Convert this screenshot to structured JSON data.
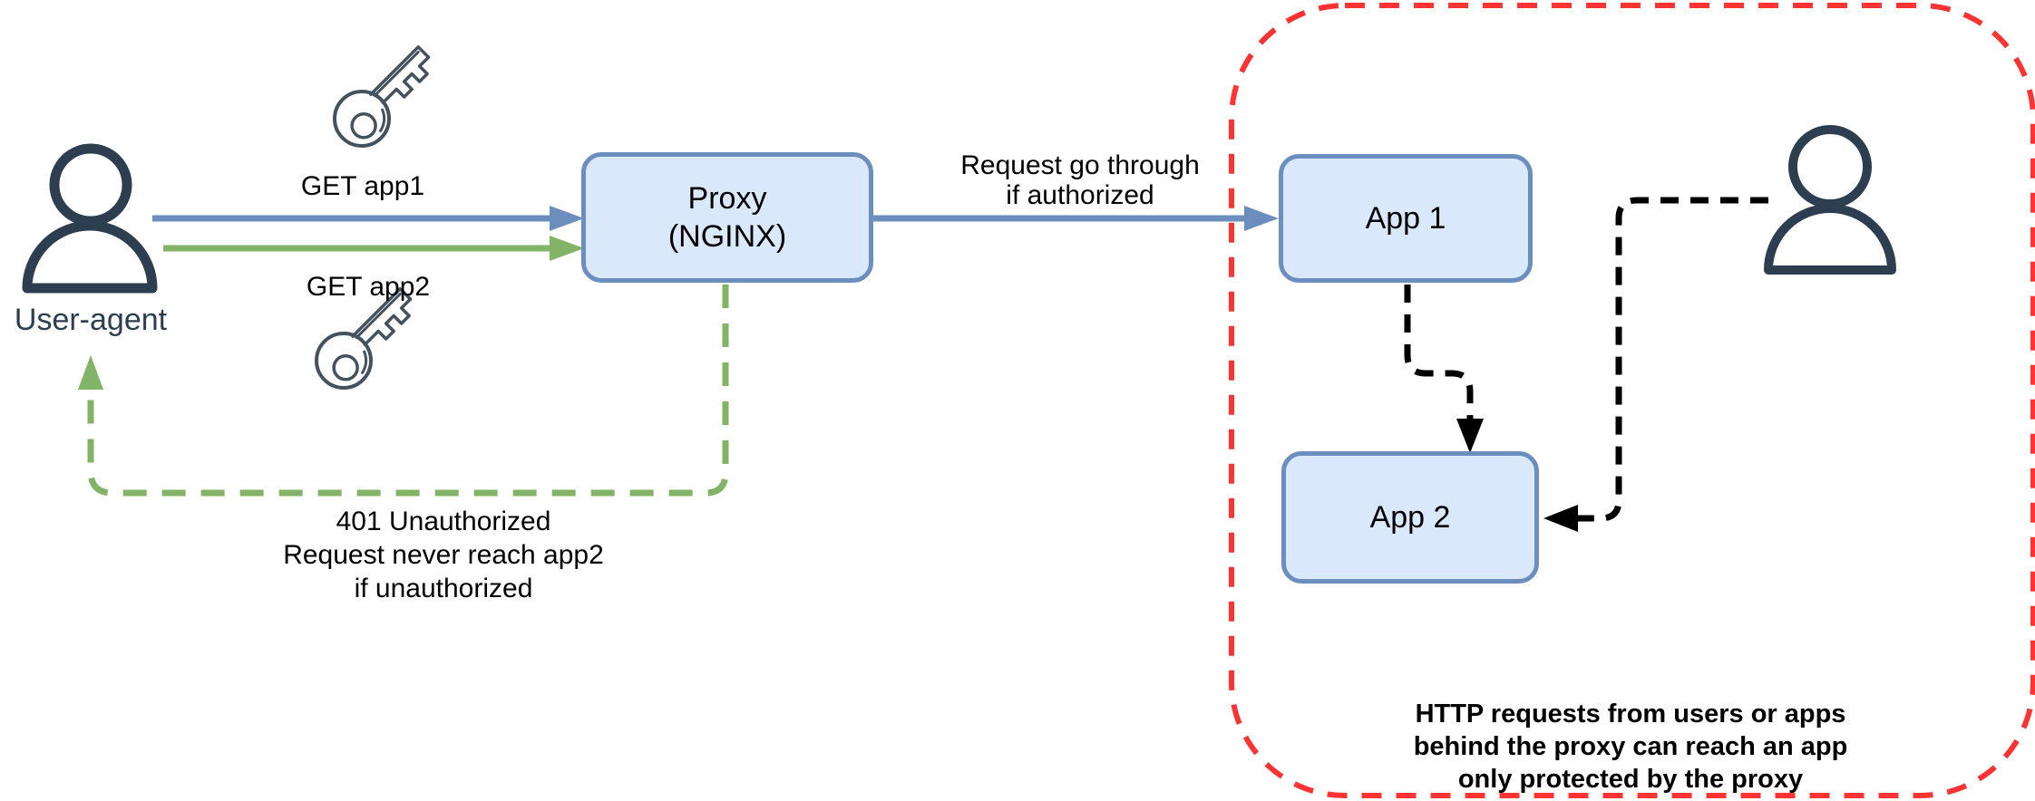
{
  "diagram": {
    "nodes": {
      "user_agent": {
        "label": "User-agent"
      },
      "proxy": {
        "line1": "Proxy",
        "line2": "(NGINX)"
      },
      "app1": {
        "label": "App 1"
      },
      "app2": {
        "label": "App 2"
      }
    },
    "edges": {
      "get_app1": {
        "label": "GET app1"
      },
      "get_app2": {
        "label": "GET app2"
      },
      "authorized": {
        "line1": "Request go through",
        "line2": "if authorized"
      },
      "unauthorized": {
        "line1": "401 Unauthorized",
        "line2": "Request never reach app2",
        "line3": "if unauthorized"
      }
    },
    "note": {
      "line1": "HTTP requests from users or apps",
      "line2": "behind the proxy can reach an app",
      "line3": "only protected by the proxy"
    },
    "icons": {
      "user": "user-icon",
      "key": "key-icon"
    },
    "colors": {
      "blue": "#6c8ebf",
      "bluefill": "#dae8fc",
      "green": "#82b366",
      "red": "#ff3333",
      "dark": "#2c3e50",
      "keycol": "#44525e",
      "black": "#000000"
    }
  }
}
